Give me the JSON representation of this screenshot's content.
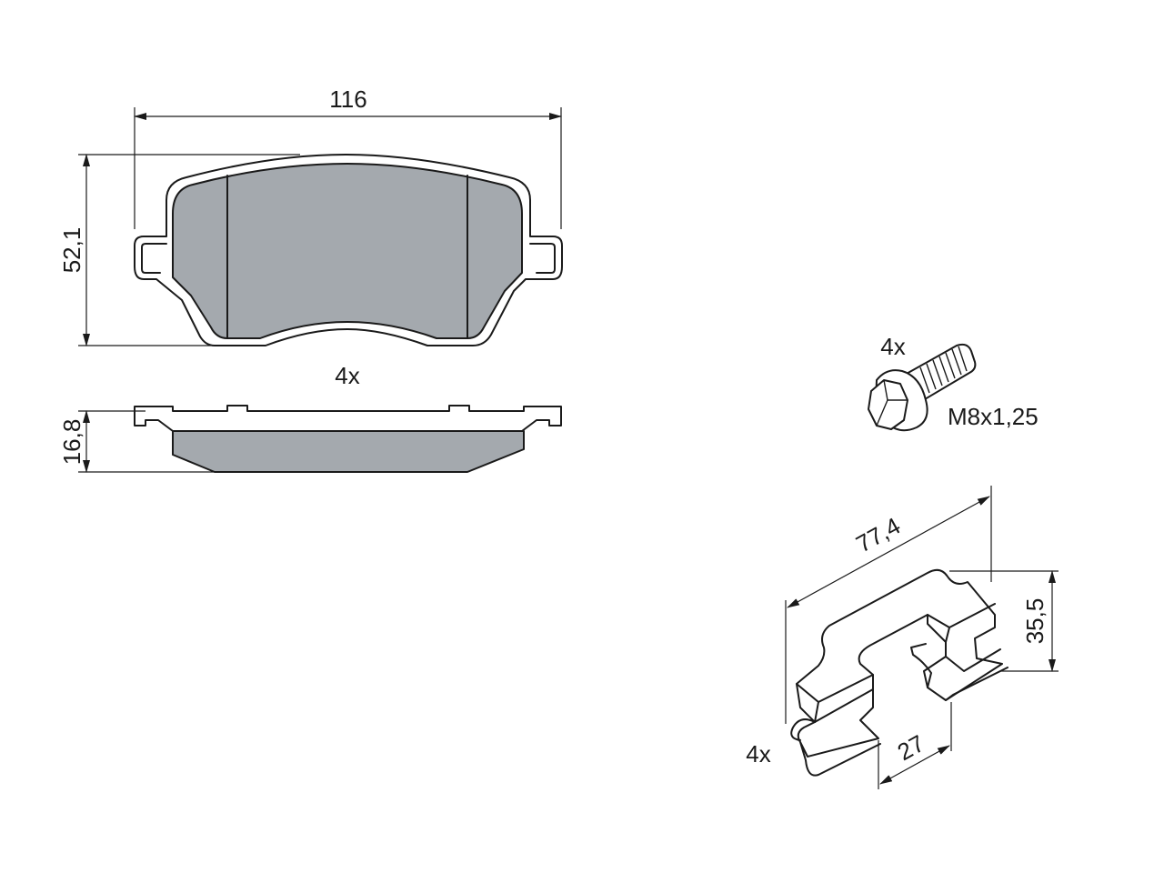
{
  "drawing": {
    "pad": {
      "width_label": "116",
      "height_label": "52,1",
      "thickness_label": "16,8",
      "quantity_label": "4x",
      "friction_color": "#a4a9ae"
    },
    "bolt": {
      "quantity_label": "4x",
      "thread_label": "M8x1,25"
    },
    "clip": {
      "length_label": "77,4",
      "height_label": "35,5",
      "width_label": "27",
      "quantity_label": "4x"
    }
  }
}
